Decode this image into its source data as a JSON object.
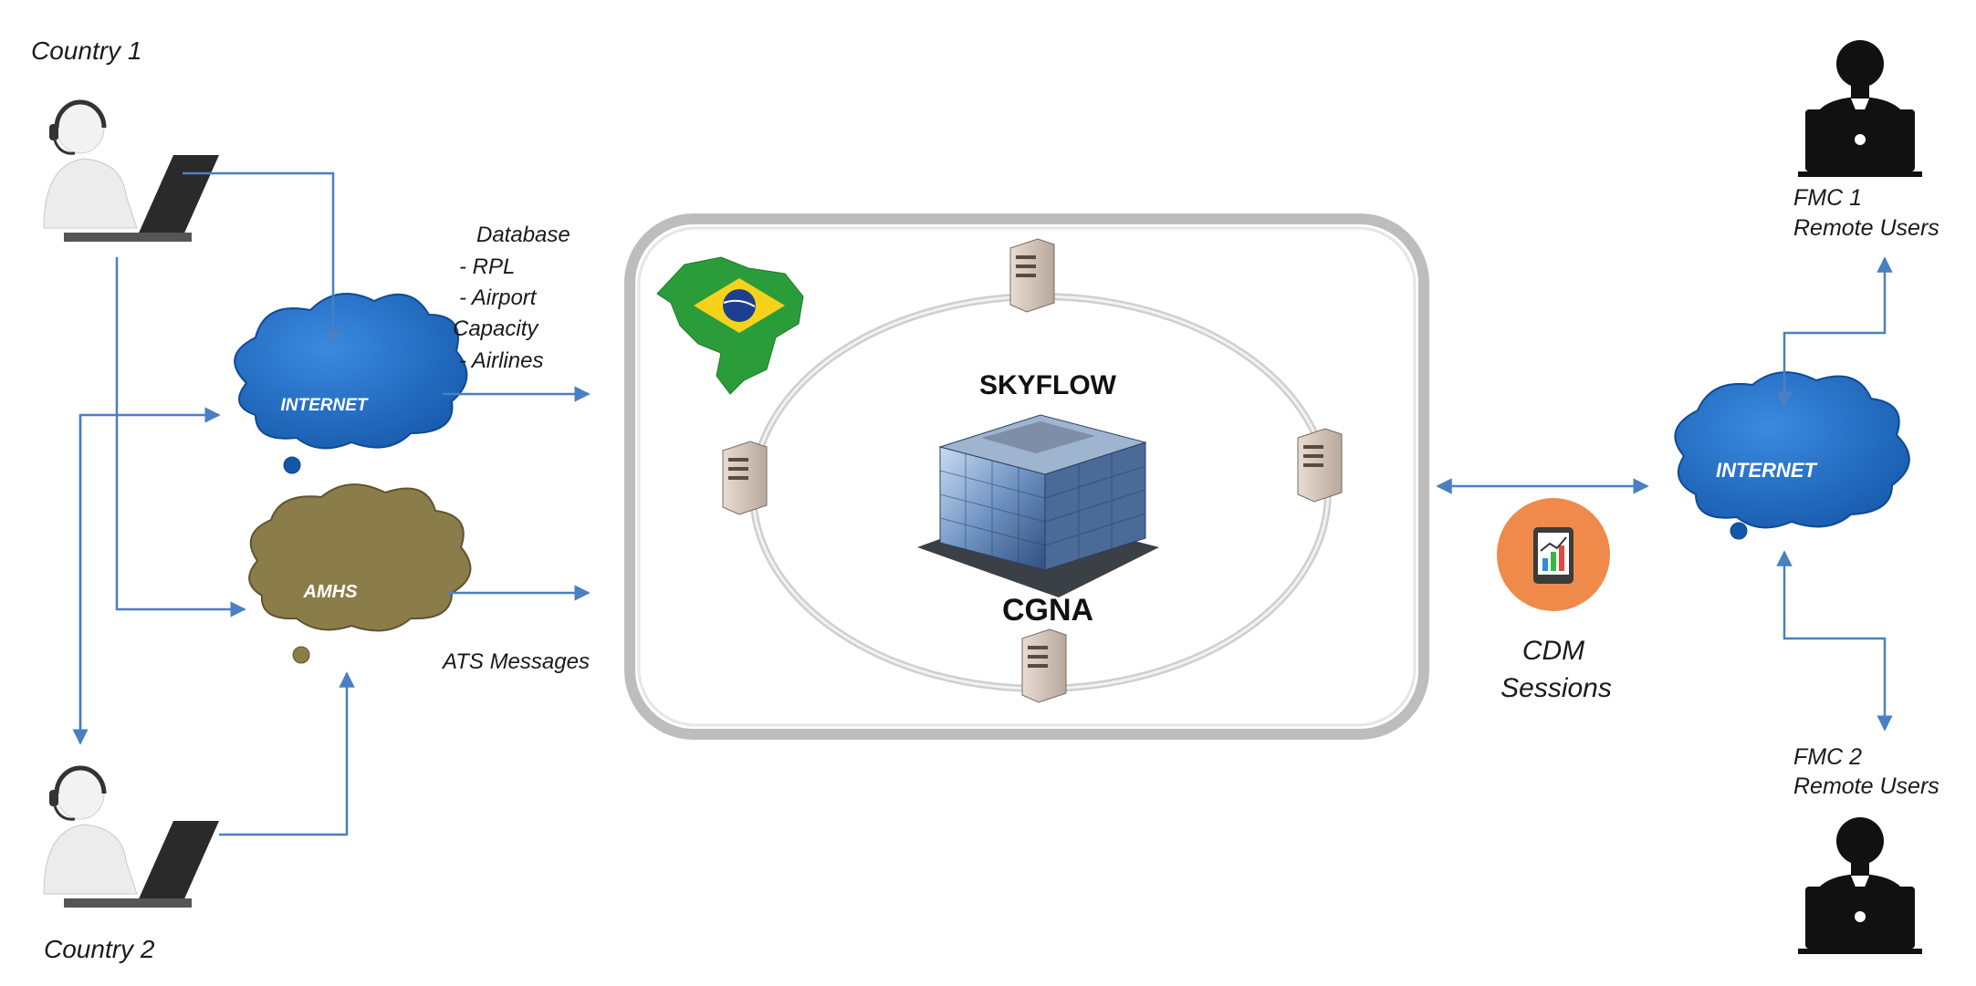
{
  "country1": {
    "label": "Country 1",
    "icon": "headset-operator-icon"
  },
  "country2": {
    "label": "Country 2",
    "icon": "headset-operator-icon"
  },
  "cloud_left_internet": {
    "label": "INTERNET",
    "color": "#1f6fc4"
  },
  "cloud_amhs": {
    "label": "AMHS",
    "color": "#8b7d4a"
  },
  "database_label": {
    "line1": "Database",
    "line2": "- RPL",
    "line3": "- Airport",
    "line4": "Capacity",
    "line5": "- Airlines"
  },
  "ats_messages": "ATS Messages",
  "center": {
    "title": "SKYFLOW",
    "subtitle": "CGNA",
    "flag_icon": "brazil-map-flag-icon",
    "building_icon": "office-building-icon",
    "server_icon": "server-tower-icon"
  },
  "cdm": {
    "line1": "CDM",
    "line2": "Sessions",
    "icon": "tablet-chart-icon",
    "color": "#f08a4b"
  },
  "cloud_right_internet": {
    "label": "INTERNET",
    "color": "#1f6fc4"
  },
  "fmc1": {
    "line1": "FMC 1",
    "line2": "Remote Users",
    "icon": "laptop-user-icon"
  },
  "fmc2": {
    "line1": "FMC 2",
    "line2": "Remote Users",
    "icon": "laptop-user-icon"
  },
  "connector_color": "#4a7fc1"
}
